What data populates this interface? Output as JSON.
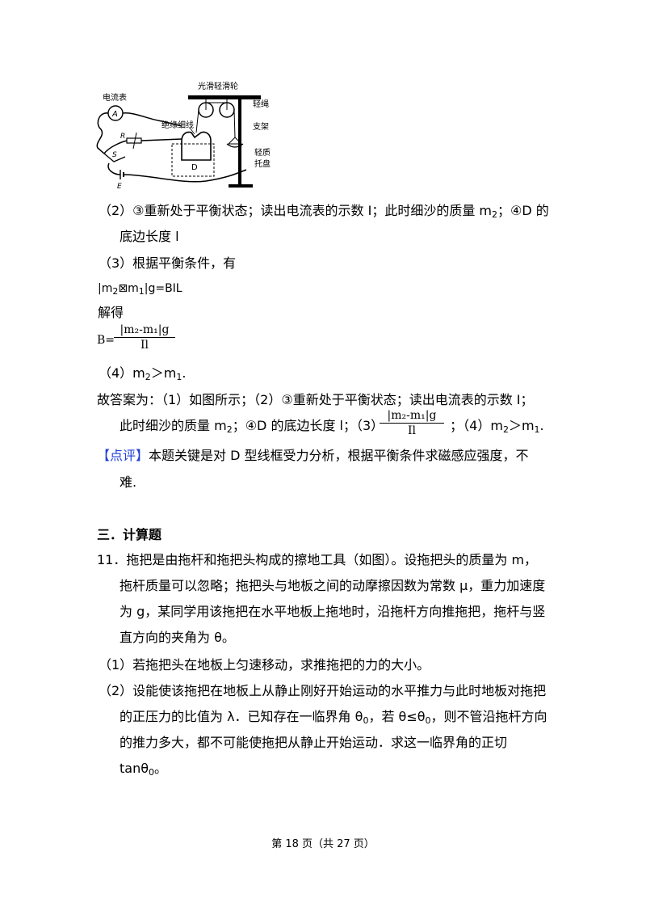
{
  "figure": {
    "labels": {
      "ammeter": "电流表",
      "ammeter_symbol": "A",
      "pulley": "光滑轻滑轮",
      "thread": "绝缘细线",
      "rope": "轻绳",
      "stand": "支架",
      "tray_1": "轻质",
      "tray_2": "托盘",
      "resistor": "R",
      "switch": "S",
      "battery": "E",
      "frame": "D"
    }
  },
  "content": {
    "line_2a": "（2）③重新处于平衡状态；读出电流表的示数 I；此时细沙的质量 m",
    "line_2a_sub": "2",
    "line_2a_tail": "；④D 的",
    "line_2b": "底边长度 l",
    "line_3": "（3）根据平衡条件，有",
    "eq1_prefix": "|m",
    "eq1_sub1": "2",
    "eq1_mid": "⊠m",
    "eq1_sub2": "1",
    "eq1_suffix": "|g=BIL",
    "solve": "解得",
    "b_eq": "B=",
    "frac_num": "|m₂-m₁|g",
    "frac_den": "Il",
    "line_4": "（4）m",
    "line_4_sub1": "2",
    "line_4_gt": "＞m",
    "line_4_sub2": "1",
    "line_4_end": ".",
    "answer_a": "故答案为：（1）如图所示；（2）③重新处于平衡状态；读出电流表的示数 I；",
    "answer_b1": "此时细沙的质量 m",
    "answer_b_sub": "2",
    "answer_b2": "；④D 的底边长度 l；（3）",
    "answer_b3": "；（4）m",
    "answer_b_sub2": "2",
    "answer_b4": "＞m",
    "answer_b_sub3": "1",
    "answer_b5": ".",
    "comment_tag": "【点评】",
    "comment_a": "本题关键是对 D 型线框受力分析，根据平衡条件求磁感应强度，不",
    "comment_b": "难."
  },
  "section": {
    "heading": "三．计算题",
    "q_number": "11．",
    "q_line1": "拖把是由拖杆和拖把头构成的擦地工具（如图）。设拖把头的质量为 m，",
    "q_line2": "拖杆质量可以忽略；拖把头与地板之间的动摩擦因数为常数 μ，重力加速度",
    "q_line3": "为 g，某同学用该拖把在水平地板上拖地时，沿拖杆方向推拖把，拖杆与竖",
    "q_line4": "直方向的夹角为 θ。",
    "part1": "（1）若拖把头在地板上匀速移动，求推拖把的力的大小。",
    "part2_a": "（2）设能使该拖把在地板上从静止刚好开始运动的水平推力与此时地板对拖把",
    "part2_b1": "的正压力的比值为 λ．已知存在一临界角 θ",
    "part2_b_sub1": "0",
    "part2_b2": "，若 θ≤θ",
    "part2_b_sub2": "0",
    "part2_b3": "，则不管沿拖杆方向",
    "part2_c": "的推力多大，都不可能使拖把从静止开始运动．求这一临界角的正切",
    "part2_d1": "tanθ",
    "part2_d_sub": "0",
    "part2_d2": "。"
  },
  "footer": {
    "text": "第 18 页（共 27 页）"
  }
}
